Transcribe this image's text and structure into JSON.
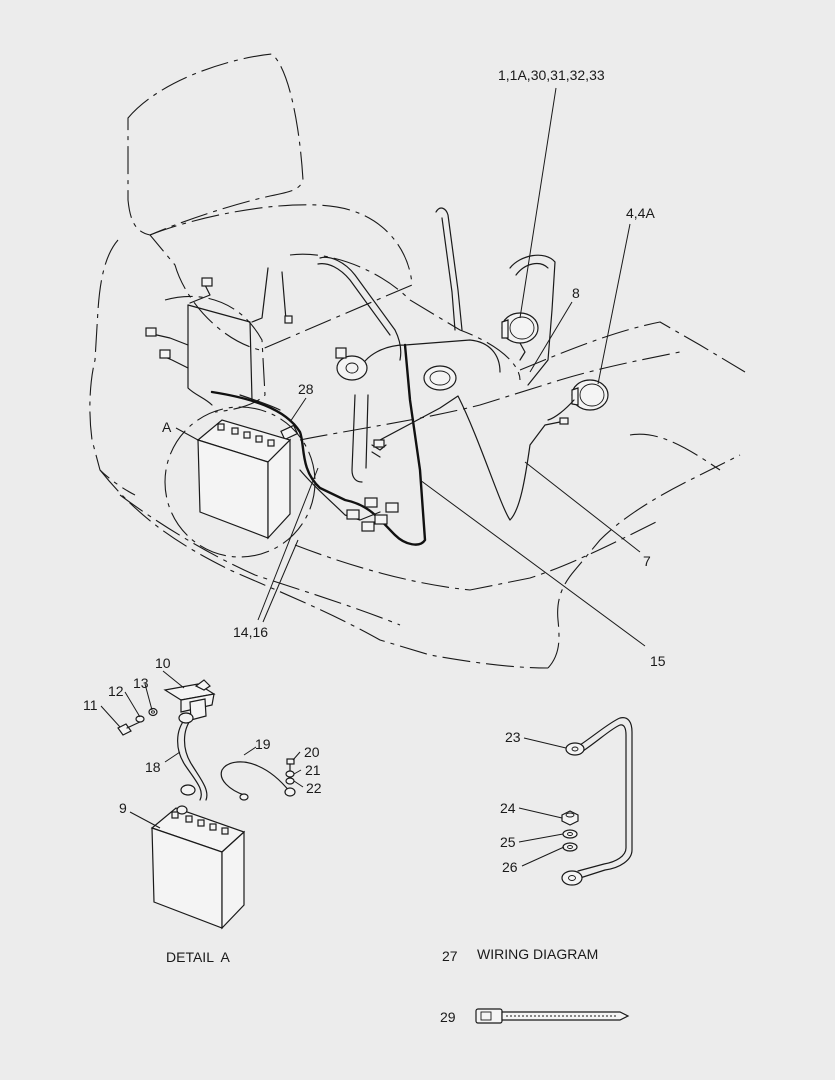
{
  "callouts": {
    "c1": "1,1A,30,31,32,33",
    "c4": "4,4A",
    "c8": "8",
    "c28": "28",
    "cA": "A",
    "c7": "7",
    "c14": "14,16",
    "c15": "15",
    "c10": "10",
    "c11": "11",
    "c12": "12",
    "c13": "13",
    "c18": "18",
    "c19": "19",
    "c20": "20",
    "c21": "21",
    "c22": "22",
    "c9": "9",
    "c23": "23",
    "c24": "24",
    "c25": "25",
    "c26": "26",
    "c27": "27",
    "c29": "29"
  },
  "captions": {
    "detail_a": "DETAIL  A",
    "wiring_diagram": "WIRING DIAGRAM"
  }
}
